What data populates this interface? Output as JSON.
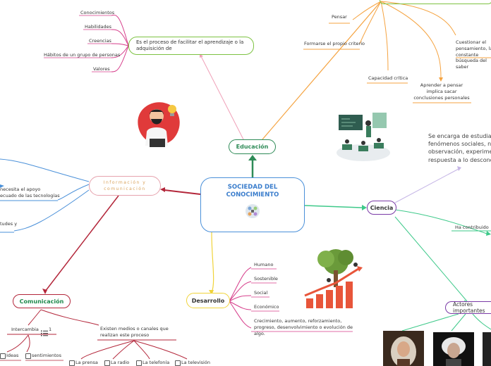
{
  "central": {
    "title": "SOCIEDAD DEL CONOCIMIENTO"
  },
  "educacion": {
    "label": "Educación",
    "definition": "Es el proceso de facilitar el aprendizaje o la adquisición de",
    "items": [
      "Conocimientos",
      "Habilidades",
      "Creencias",
      "Hábitos de un grupo de personas",
      "Valores"
    ],
    "aspects": {
      "pensar": "Pensar",
      "formarse": "Formarse el propio criterio",
      "capacidad": "Capacidad crítica",
      "aprender": "Aprender a pensar implica sacar conclusiones personales",
      "cuestionar": "Cuestionar el pensamiento, la constante búsqueda del saber"
    }
  },
  "ciencia": {
    "label": "Ciencia",
    "definition": "Se encarga de estudiar y explicar fenómenos sociales, naturales por observación, experimentación, respuesta a lo desconocido",
    "contribuido": "Ha contribuido",
    "actores": "Actores importantes"
  },
  "informacion": {
    "label": "Información y comunicación",
    "frag1": "necesita el apoyo",
    "frag2": "ecuado de las tecnologías",
    "frag3": "tudes y"
  },
  "comunicacion": {
    "label": "Comunicación",
    "intercambia": "Intercambia",
    "count": "1",
    "sub": [
      "Ideas",
      "sentimientos"
    ],
    "medios": "Existen medios o canales que realizan este proceso",
    "canales": [
      "La prensa",
      "La radio",
      "La telefonía",
      "La televisión"
    ]
  },
  "desarrollo": {
    "label": "Desarrollo",
    "items": [
      "Humano",
      "Sostenible",
      "Social",
      "Económico",
      "Crecimiento, aumento, reforzamiento, progreso, desenvolvimiento o evolución de algo."
    ]
  },
  "colors": {
    "educacion": "#2e8b57",
    "educacion_def": "#7dc242",
    "educacion_items": "#d63c8a",
    "aspects": "#f5a340",
    "ciencia": "#7a3aa6",
    "ciencia_links": "#3ec98a",
    "informacion": "#b3263a",
    "desarrollo": "#f0d33a",
    "central": "#4a90d9",
    "definition_link": "#f0a0b8"
  }
}
